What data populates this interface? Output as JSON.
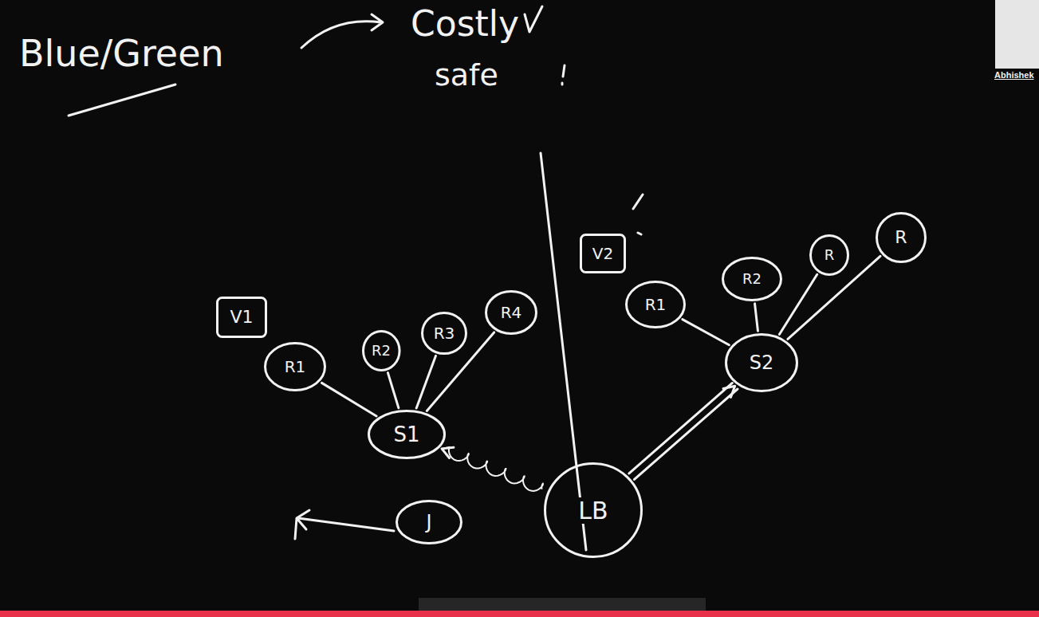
{
  "diagram": {
    "title": "Blue/Green",
    "nodes": [
      {
        "text": [
          "V1"
        ]
      },
      {
        "text": [
          "R1"
        ]
      },
      {
        "text": [
          "R2"
        ]
      },
      {
        "text": [
          "R3"
        ]
      },
      {
        "text": [
          "R4"
        ]
      },
      {
        "text": [
          "S1"
        ]
      },
      {
        "text": [
          "J"
        ]
      },
      {
        "text": [
          "LB"
        ]
      },
      {
        "text": [
          "V2"
        ]
      },
      {
        "text": [
          "R1"
        ]
      },
      {
        "text": [
          "R2"
        ]
      },
      {
        "text": [
          "R"
        ]
      },
      {
        "text": [
          "R"
        ]
      },
      {
        "text": [
          "S2"
        ]
      }
    ],
    "edges": [
      {
        "from": 1,
        "to": 5,
        "arrow": "none"
      },
      {
        "from": 2,
        "to": 5,
        "arrow": "none"
      },
      {
        "from": 3,
        "to": 5,
        "arrow": "none"
      },
      {
        "from": 4,
        "to": 5,
        "arrow": "none"
      },
      {
        "from": 7,
        "to": 5,
        "arrow": "to"
      },
      {
        "from": 7,
        "to": 13,
        "arrow": "to"
      },
      {
        "from": 9,
        "to": 13,
        "arrow": "none"
      },
      {
        "from": 10,
        "to": 13,
        "arrow": "none"
      },
      {
        "from": 11,
        "to": 13,
        "arrow": "none"
      },
      {
        "from": 12,
        "to": 13,
        "arrow": "none"
      }
    ],
    "labels": [
      "Costly",
      "safe",
      "Abhishek"
    ]
  }
}
